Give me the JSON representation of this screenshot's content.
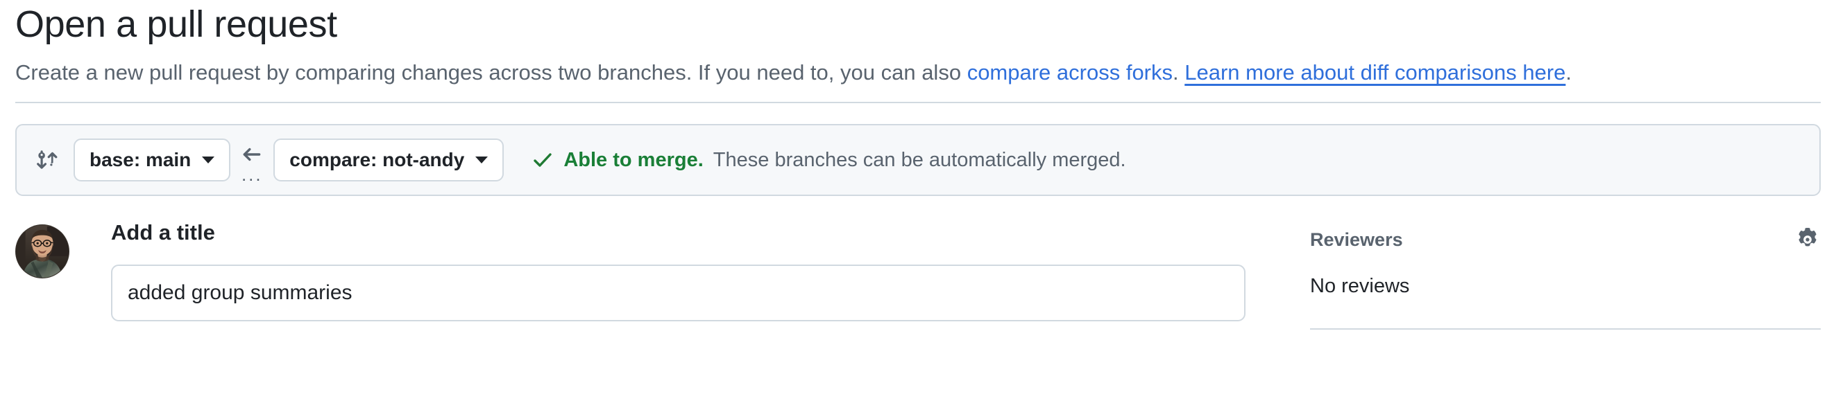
{
  "header": {
    "title": "Open a pull request",
    "description_part1": "Create a new pull request by comparing changes across two branches. If you need to, you can also ",
    "link_forks": "compare across forks",
    "description_part2": ". ",
    "link_learn_more": "Learn more about diff comparisons here",
    "description_end": "."
  },
  "compare": {
    "git_compare_icon": "git-compare-icon",
    "base_prefix": "base:",
    "base_branch": "main",
    "arrow_icon": "arrow-left-icon",
    "arrow_dots": "...",
    "compare_prefix": "compare:",
    "compare_branch": "not-andy",
    "check_icon": "check-icon",
    "merge_status_bold": "Able to merge.",
    "merge_status_rest": "These branches can be automatically merged."
  },
  "body": {
    "avatar_name": "user-avatar",
    "title_heading": "Add a title",
    "title_value": "added group summaries",
    "title_placeholder": "Title"
  },
  "sidebar": {
    "reviewers_label": "Reviewers",
    "gear_icon": "gear-icon",
    "no_reviews": "No reviews"
  },
  "colors": {
    "link": "#2f6fdb",
    "success": "#1a7f37",
    "muted": "#59636e",
    "text": "#1f2328",
    "border": "#d1d9e0",
    "surface": "#f6f8fa"
  }
}
